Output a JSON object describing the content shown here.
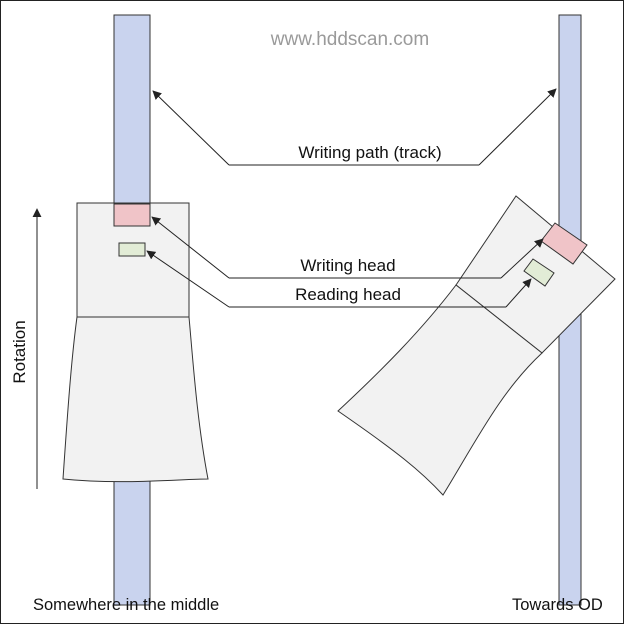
{
  "watermark": "www.hddscan.com",
  "labels": {
    "writing_path": "Writing path (track)",
    "writing_head": "Writing head",
    "reading_head": "Reading head",
    "rotation": "Rotation",
    "left_caption": "Somewhere in the middle",
    "right_caption": "Towards OD"
  },
  "colors": {
    "track_fill": "#c9d3ee",
    "slider_fill": "#f2f2f2",
    "write_head_fill": "#f0c4c8",
    "read_head_fill": "#e2ecd6",
    "outline": "#333333",
    "watermark": "#9a9a9a"
  }
}
